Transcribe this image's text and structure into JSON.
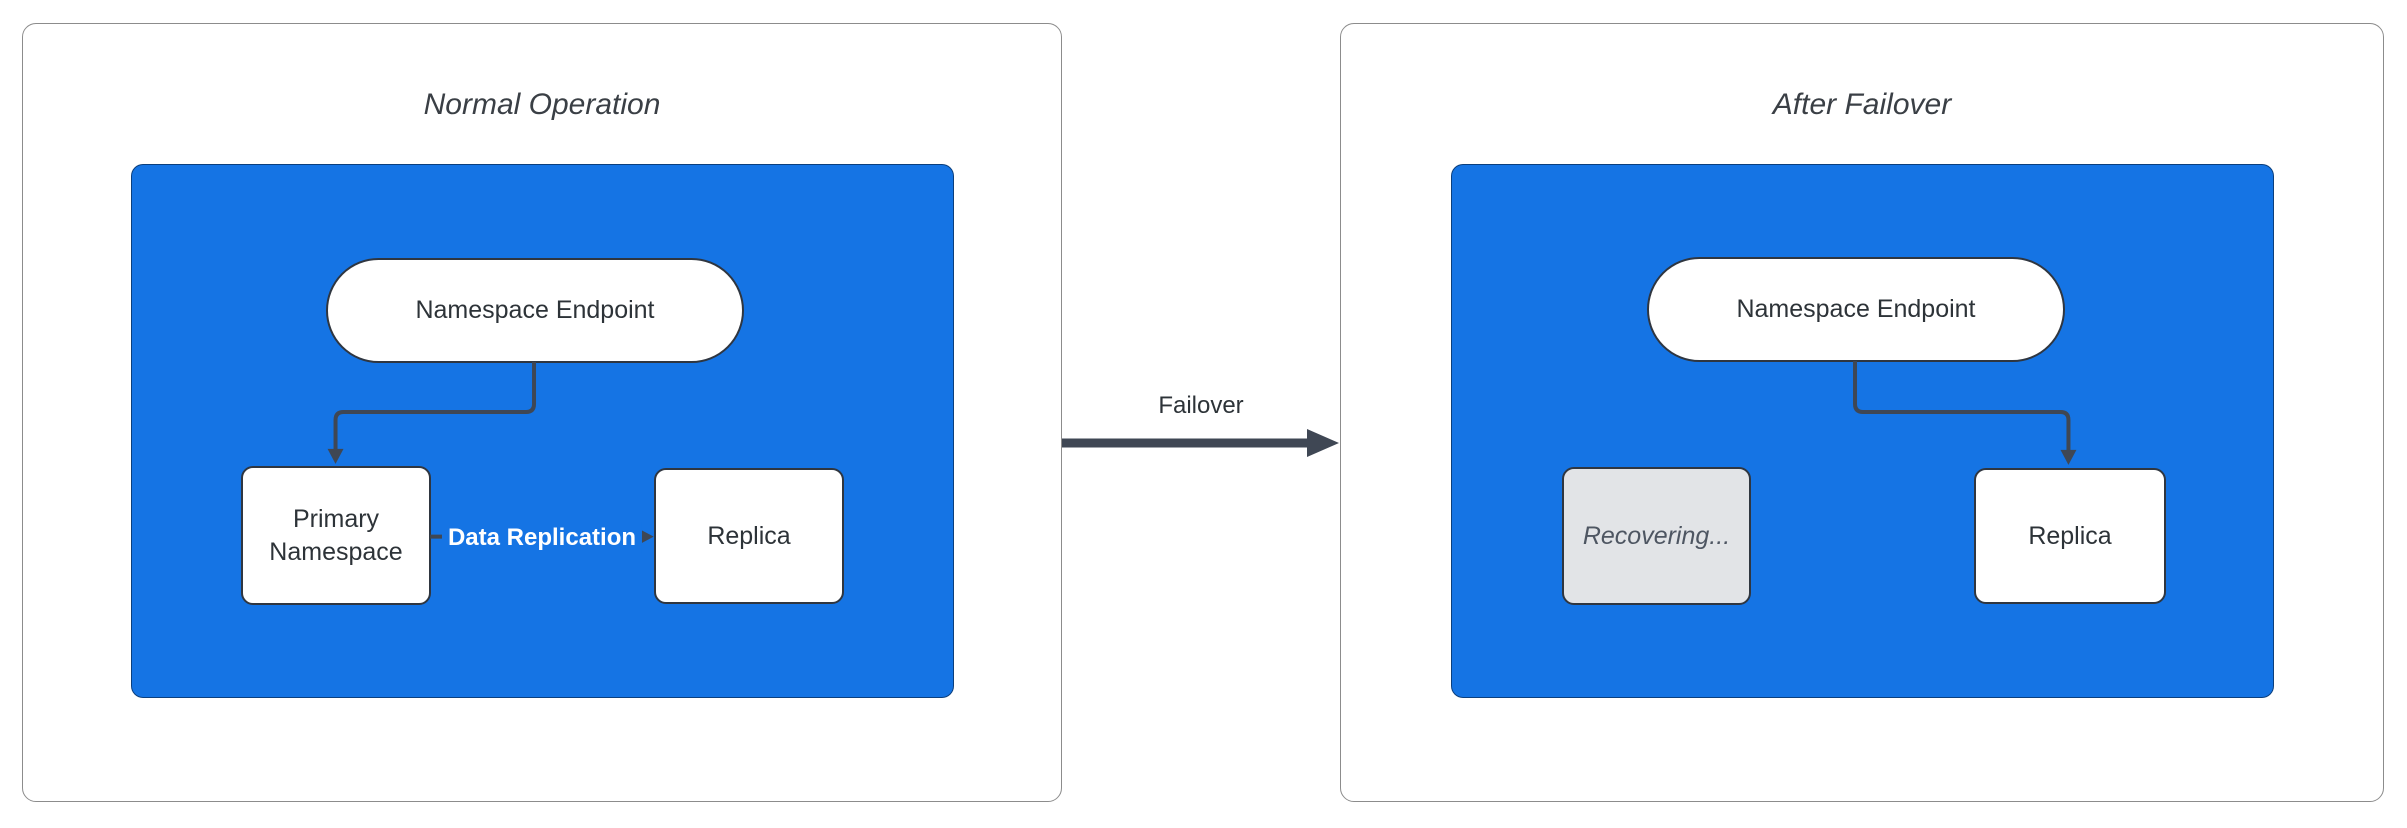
{
  "normal_panel": {
    "title": "Normal Operation",
    "endpoint": "Namespace Endpoint",
    "primary": "Primary Namespace",
    "replica": "Replica",
    "replication_label": "Data Replication"
  },
  "failover_panel": {
    "title": "After Failover",
    "endpoint": "Namespace Endpoint",
    "recovering": "Recovering...",
    "replica": "Replica"
  },
  "transition_label": "Failover",
  "colors": {
    "cluster_blue": "#1574e4",
    "node_border": "#2f3640",
    "edge_dark": "#3f4754",
    "panel_border": "#8c8c8c",
    "recovering_fill": "#e2e4e7",
    "recovering_text": "#4e5662",
    "text_dark": "#2d3338"
  }
}
